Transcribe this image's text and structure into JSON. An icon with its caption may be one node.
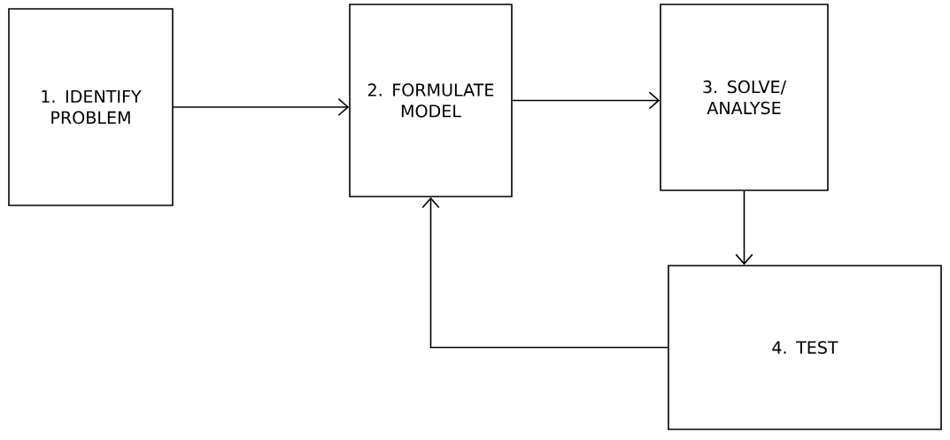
{
  "diagram": {
    "nodes": [
      {
        "text": [
          "1. IDENTIFY PROBLEM"
        ]
      },
      {
        "text": [
          "2. FORMULATE MODEL"
        ]
      },
      {
        "text": [
          "3. SOLVE/ ANALYSE"
        ]
      },
      {
        "text": [
          "4. TEST"
        ]
      }
    ],
    "edges": [
      {
        "from": 0,
        "to": 1,
        "arrow": "to"
      },
      {
        "from": 1,
        "to": 2,
        "arrow": "to"
      },
      {
        "from": 2,
        "to": 3,
        "arrow": "to"
      },
      {
        "from": 3,
        "to": 1,
        "arrow": "to"
      }
    ]
  }
}
